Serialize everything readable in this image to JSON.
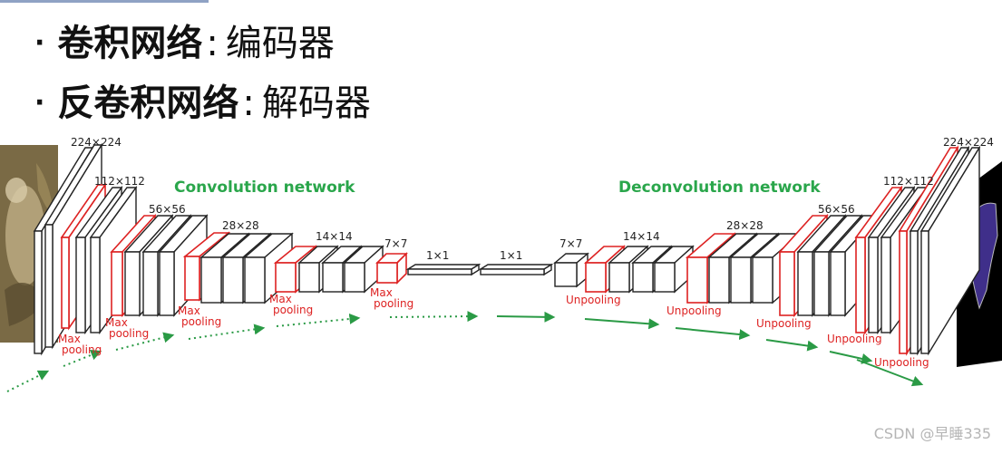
{
  "bullets": [
    {
      "dot": "·",
      "term": "卷积网络",
      "sep": ":",
      "desc": "编码器"
    },
    {
      "dot": "·",
      "term": "反卷积网络",
      "sep": ":",
      "desc": "解码器"
    }
  ],
  "diagram": {
    "encoder_title": "Convolution network",
    "decoder_title": "Deconvolution network",
    "dims": {
      "d224_left": "224×224",
      "d112_left": "112×112",
      "d56_left": "56×56",
      "d28_left": "28×28",
      "d14_left": "14×14",
      "d7_left": "7×7",
      "d1_left": "1×1",
      "d1_right": "1×1",
      "d7_right": "7×7",
      "d14_right": "14×14",
      "d28_right": "28×28",
      "d56_right": "56×56",
      "d112_right": "112×112",
      "d224_right": "224×224"
    },
    "max_pool_line1": "Max",
    "max_pool_line2": "pooling",
    "unpool_label": "Unpooling"
  },
  "colors": {
    "pool_red": "#dd2222",
    "title_green": "#2aa64b",
    "arrow_green": "#2a9a45"
  },
  "watermark": "CSDN @早睡335"
}
